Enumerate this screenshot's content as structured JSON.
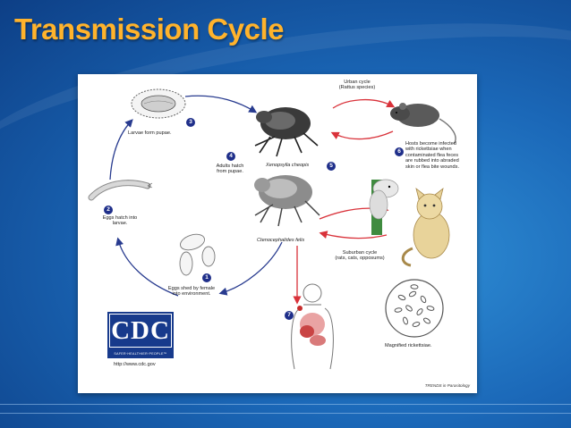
{
  "slide": {
    "title": "Transmission Cycle"
  },
  "figure": {
    "labels": {
      "urban_cycle": "Urban cycle\n(Rattus species)",
      "larvae_pupae": "Larvae form pupae.",
      "adults_hatch": "Adults hatch\nfrom pupae.",
      "xenopsylla": "Xenopsylla cheopis",
      "hosts_infected": "Hosts become infected\nwith rickettsiae when\ncontaminated flea feces\nare rubbed into abraded\nskin or flea bite wounds.",
      "eggs_hatch": "Eggs hatch into\nlarvae.",
      "ctenocephalides": "Ctenocephalides felis",
      "suburban_cycle": "Suburban cycle\n(rats, cats, opposums)",
      "eggs_shed": "Eggs shed by female\ninto environment.",
      "magnified": "Magnified rickettsiae.",
      "credit": "TRENDS in Parasitology"
    },
    "steps": [
      "1",
      "2",
      "3",
      "4",
      "5",
      "6",
      "7"
    ],
    "cdc": {
      "logo_text": "CDC",
      "tagline": "SAFER·HEALTHIER·PEOPLE™",
      "url": "http://www.cdc.gov"
    },
    "colors": {
      "cycle_arrow": "#283b8f",
      "host_arrow": "#d9323a",
      "cdc_blue": "#173a8c",
      "title": "#ffb32c"
    }
  }
}
